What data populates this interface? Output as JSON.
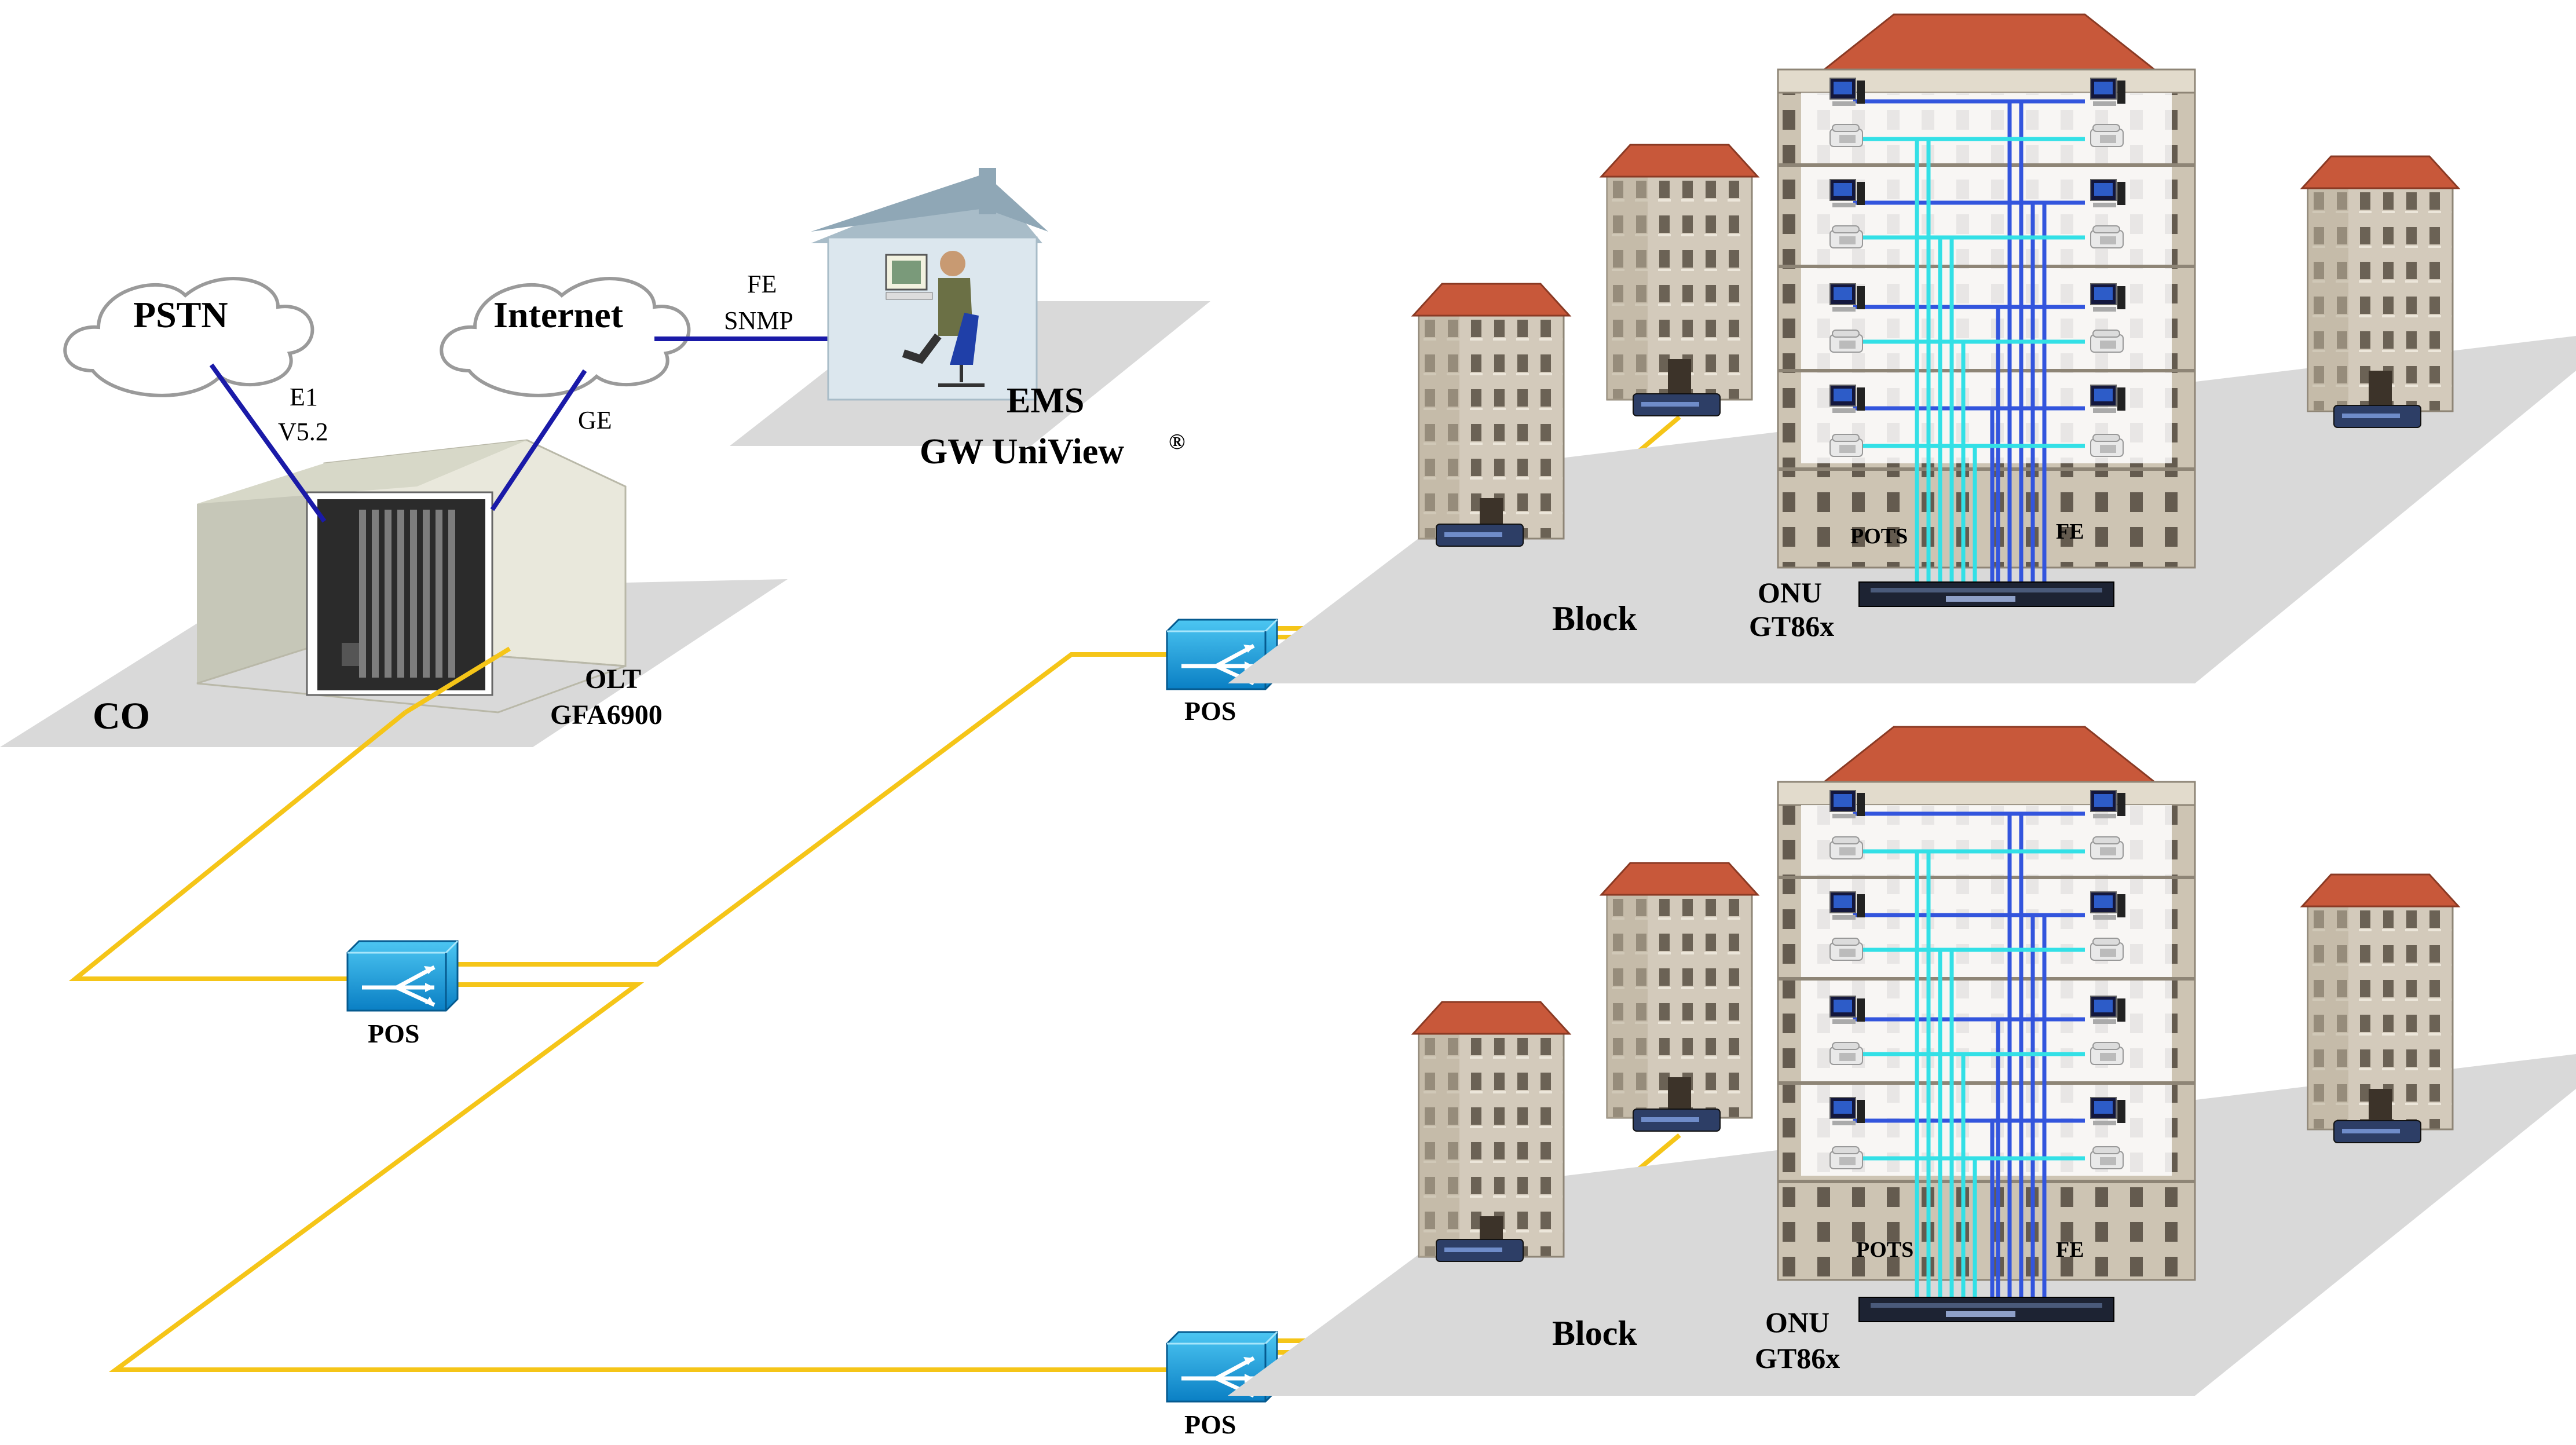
{
  "clouds": {
    "pstn": "PSTN",
    "internet": "Internet"
  },
  "links": {
    "pstn_e1": "E1",
    "pstn_v52": "V5.2",
    "internet_ge": "GE",
    "ems_fe": "FE",
    "ems_snmp": "SNMP"
  },
  "ems": {
    "title": "EMS",
    "product": "GW UniView",
    "mark": "®"
  },
  "co": {
    "label": "CO",
    "olt": "OLT",
    "olt_model": "GFA6900"
  },
  "splitters": {
    "pos_label": "POS"
  },
  "block_top": {
    "label": "Block",
    "onu": "ONU",
    "onu_model": "GT86x",
    "pots": "POTS",
    "fe": "FE"
  },
  "block_bottom": {
    "label": "Block",
    "onu": "ONU",
    "onu_model": "GT86x",
    "pots": "POTS",
    "fe": "FE"
  },
  "colors": {
    "fiber": "#f5c518",
    "network": "#1a1aa8",
    "fe_line": "#3355dd",
    "pots_line": "#33e0e6",
    "floor": "#d9d9d9",
    "roof": "#c8583a",
    "building": "#cfc6b6"
  }
}
